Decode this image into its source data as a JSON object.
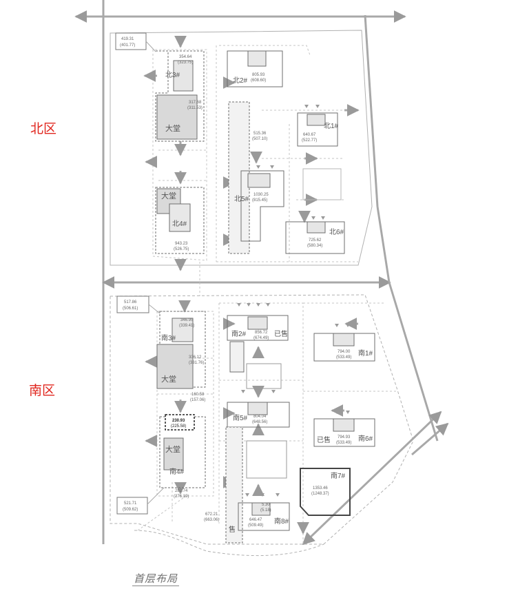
{
  "zones": {
    "north": "北区",
    "south": "南区"
  },
  "caption": "首层布局",
  "north": {
    "corner_box": [
      "419.31",
      "(401.77)"
    ],
    "lobby_upper": "大堂",
    "lobby_lower": "大堂",
    "bei3": {
      "name": "北3#",
      "a1": "354.64",
      "a2": "(323.75)",
      "b1": "317.68",
      "b2": "(311.53)"
    },
    "bei2": {
      "name": "北2#",
      "a1": "805.93",
      "a2": "(608.60)"
    },
    "bei1": {
      "name": "北1#",
      "a1": "640.67",
      "a2": "(522.77)"
    },
    "bei5": {
      "name": "北5#",
      "a1": "1030.25",
      "a2": "(815.45)",
      "b1": "515.36",
      "b2": "(507.10)"
    },
    "bei4": {
      "name": "北4#",
      "a1": "943.23",
      "a2": "(526.75)"
    },
    "bei6": {
      "name": "北6#",
      "a1": "725.62",
      "a2": "(580.34)"
    }
  },
  "south": {
    "corner_box": [
      "517.86",
      "(506.61)"
    ],
    "bottom_box": [
      "521.71",
      "(509.62)"
    ],
    "lobby_upper": "大堂",
    "lobby_lower": "大堂",
    "nan3": {
      "name": "南3#",
      "a1": "346.95",
      "a2": "(339.41)",
      "b1": "336.12",
      "b2": "(331.76)"
    },
    "nan2": {
      "name": "南2#",
      "a1": "856.72",
      "a2": "(674.49)",
      "sold": "已售"
    },
    "nan1": {
      "name": "南1#",
      "a1": "794.00",
      "a2": "(533.49)"
    },
    "nan5": {
      "name": "南5#",
      "a1": "804.04",
      "a2": "(648.56)"
    },
    "nan6": {
      "name": "南6#",
      "a1": "794.93",
      "a2": "(533.49)",
      "sold": "已售"
    },
    "nan4": {
      "name": "南4#",
      "a1": "230.93",
      "a2": "(225.58)",
      "b1": "282.74",
      "b2": "(276.19)"
    },
    "nan7": {
      "name": "南7#",
      "a1": "1353.46",
      "a2": "(1248.37)"
    },
    "nan8": {
      "name": "南8#",
      "a1": "646.47",
      "a2": "(509.49)",
      "b1": "5.30",
      "b2": "(5.18)",
      "sold": "售"
    },
    "mid": [
      "160.58",
      "(157.06)"
    ],
    "lower_mid": [
      "672.21",
      "(663.06)"
    ]
  }
}
